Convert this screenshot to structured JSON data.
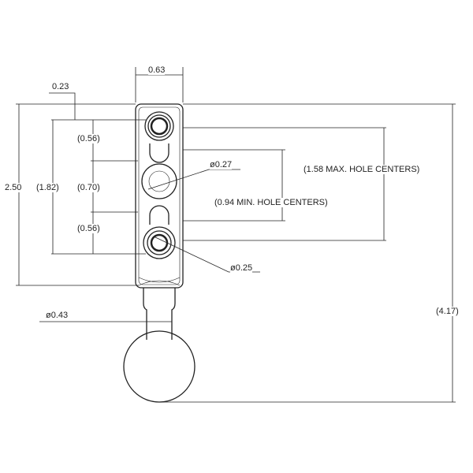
{
  "dimensions": {
    "width_top": "0.63",
    "offset_top": "0.23",
    "overall_height": "2.50",
    "hole_span": "(1.82)",
    "upper_spacing": "(0.56)",
    "middle_spacing": "(0.70)",
    "lower_spacing": "(0.56)",
    "center_hole_dia": "ø0.27",
    "max_hole_centers": "(1.58 MAX. HOLE CENTERS)",
    "min_hole_centers": "(0.94 MIN. HOLE CENTERS)",
    "lower_hole_dia": "ø0.25",
    "ball_neck_dia": "ø0.43",
    "total_length": "(4.17)"
  }
}
